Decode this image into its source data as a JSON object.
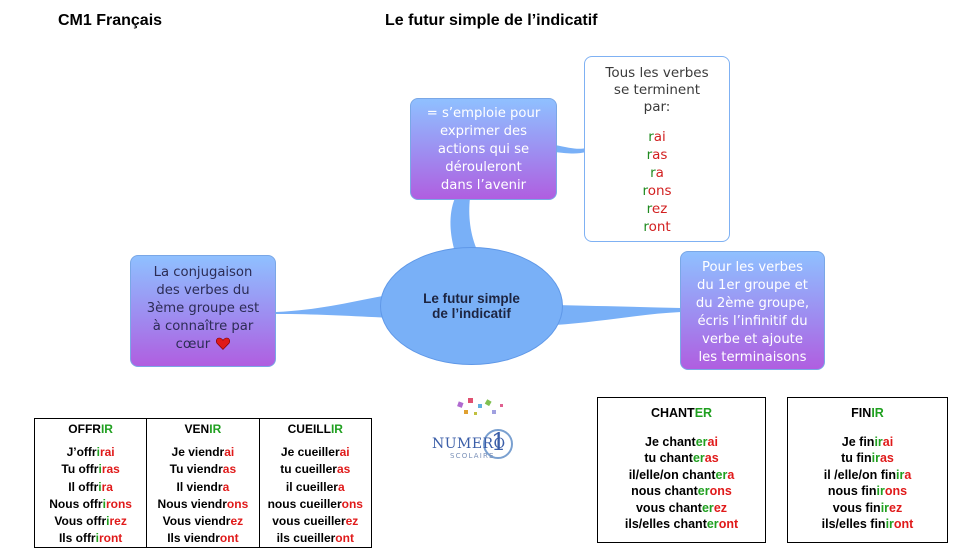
{
  "header": {
    "left": "CM1 Français",
    "center": "Le futur simple de l’indicatif"
  },
  "center_node": {
    "line1": "Le futur simple",
    "line2": "de l’indicatif"
  },
  "bubbles": {
    "emploi": [
      "= s’emploie pour",
      "exprimer des",
      "actions qui se",
      "dérouleront",
      "dans l’avenir"
    ],
    "conjugaison": [
      "La conjugaison",
      "des verbes du",
      "3ème groupe est",
      "à connaître par",
      "cœur"
    ],
    "pour": [
      "Pour les verbes",
      "du 1er groupe et",
      "du 2ème groupe,",
      "écris l’infinitif du",
      "verbe et ajoute",
      "les terminaisons"
    ],
    "endings_intro": [
      "Tous les verbes",
      "se terminent",
      "par:"
    ],
    "endings": [
      {
        "r": "r",
        "rest": "ai"
      },
      {
        "r": "r",
        "rest": "as"
      },
      {
        "r": "r",
        "rest": "a"
      },
      {
        "r": "r",
        "rest": "ons"
      },
      {
        "r": "r",
        "rest": "ez"
      },
      {
        "r": "r",
        "rest": "ont"
      }
    ]
  },
  "tables": {
    "offrir": {
      "head": {
        "a": "OFFR",
        "b": "IR"
      },
      "rows": [
        {
          "a": "J’offr",
          "b": "i",
          "c": "rai"
        },
        {
          "a": "Tu offr",
          "b": "i",
          "c": "ras"
        },
        {
          "a": "Il offr",
          "b": "i",
          "c": "ra"
        },
        {
          "a": "Nous offr",
          "b": "i",
          "c": "rons"
        },
        {
          "a": "Vous offr",
          "b": "i",
          "c": "rez"
        },
        {
          "a": "Ils offr",
          "b": "i",
          "c": "ront"
        }
      ]
    },
    "venir": {
      "head": {
        "a": "VEN",
        "b": "IR"
      },
      "rows": [
        {
          "a": "Je viendr",
          "c": "ai"
        },
        {
          "a": "Tu viendr",
          "c": "as"
        },
        {
          "a": "Il viendr",
          "c": "a"
        },
        {
          "a": "Nous viendr",
          "c": "ons"
        },
        {
          "a": "Vous viendr",
          "c": "ez"
        },
        {
          "a": "Ils viendr",
          "c": "ont"
        }
      ]
    },
    "cueillir": {
      "head": {
        "a": "CUEILL",
        "b": "IR"
      },
      "rows": [
        {
          "a": "Je cueiller",
          "c": "ai"
        },
        {
          "a": "tu cueiller",
          "c": "as"
        },
        {
          "a": "il cueiller",
          "c": "a"
        },
        {
          "a": "nous cueiller",
          "c": "ons"
        },
        {
          "a": "vous cueiller",
          "c": "ez"
        },
        {
          "a": "ils cueiller",
          "c": "ont"
        }
      ]
    },
    "chanter": {
      "head": {
        "a": "CHANT",
        "b": "ER"
      },
      "rows": [
        {
          "a": "Je chant",
          "b": "er",
          "c": "ai"
        },
        {
          "a": "tu chant",
          "b": "er",
          "c": "as"
        },
        {
          "a": "il/elle/on chant",
          "b": "er",
          "c": "a"
        },
        {
          "a": "nous chant",
          "b": "er",
          "c": "ons"
        },
        {
          "a": "vous chant",
          "b": "er",
          "c": "ez"
        },
        {
          "a": "ils/elles chant",
          "b": "er",
          "c": "ont"
        }
      ]
    },
    "finir": {
      "head": {
        "a": "FIN",
        "b": "IR"
      },
      "rows": [
        {
          "a": "Je fin",
          "b": "ir",
          "c": "ai"
        },
        {
          "a": "tu  fin",
          "b": "ir",
          "c": "as"
        },
        {
          "a": "il /elle/on  fin",
          "b": "ir",
          "c": "a"
        },
        {
          "a": "nous fin",
          "b": "ir",
          "c": "ons"
        },
        {
          "a": "vous fin",
          "b": "ir",
          "c": "ez"
        },
        {
          "a": "ils/elles fin",
          "b": "ir",
          "c": "ont"
        }
      ]
    }
  },
  "logo": {
    "text": "NUMERO",
    "number": "1",
    "subtext": "SCOLAIRE"
  },
  "colors": {
    "green": "#20a020",
    "red": "#e01a1a",
    "bubble_top": "#8fc0ff",
    "bubble_bottom": "#b05ee0",
    "center": "#79b0f7"
  },
  "icons": {
    "heart": "heart-icon"
  }
}
